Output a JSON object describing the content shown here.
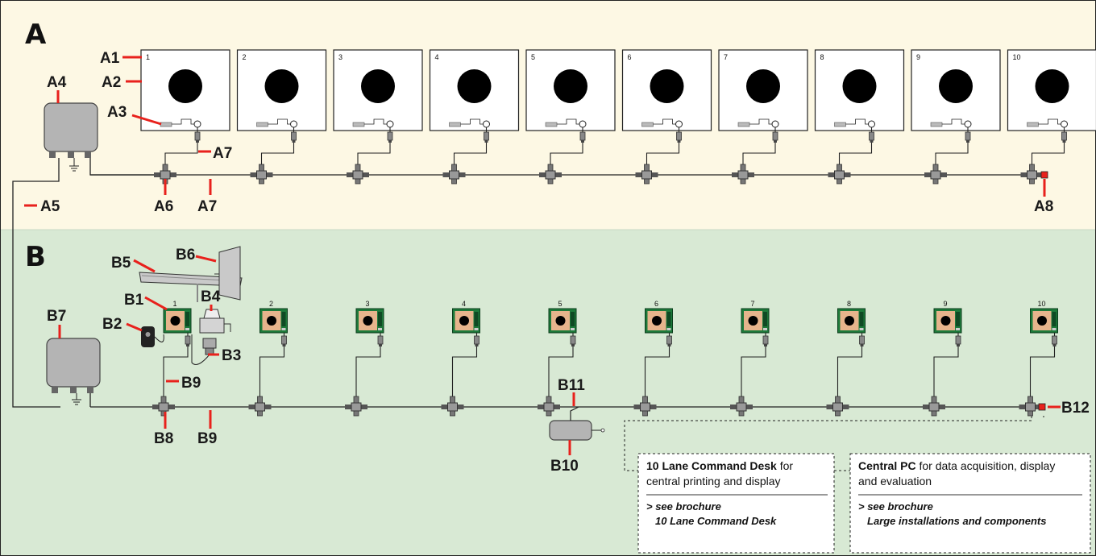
{
  "sections": {
    "a": "A",
    "b": "B"
  },
  "lane_numbers": [
    "1",
    "2",
    "3",
    "4",
    "5",
    "6",
    "7",
    "8",
    "9",
    "10"
  ],
  "callouts_a": {
    "a1": "A1",
    "a2": "A2",
    "a3": "A3",
    "a4": "A4",
    "a5": "A5",
    "a6": "A6",
    "a7_top": "A7",
    "a7_bottom": "A7",
    "a8": "A8"
  },
  "callouts_b": {
    "b1": "B1",
    "b2": "B2",
    "b3": "B3",
    "b4": "B4",
    "b5": "B5",
    "b6": "B6",
    "b7": "B7",
    "b8": "B8",
    "b9_top": "B9",
    "b9_bottom": "B9",
    "b10": "B10",
    "b11": "B11",
    "b12": "B12"
  },
  "command_desk": {
    "title_bold": "10 Lane Command Desk",
    "title_rest": " for",
    "line2": "central printing and display",
    "ref1": "> see brochure",
    "ref2": "10 Lane Command Desk"
  },
  "central_pc": {
    "title_bold": "Central PC",
    "title_rest": " for data acquisition, display",
    "line2": "and evaluation",
    "ref1": "> see brochure",
    "ref2": "Large installations and components"
  },
  "colors": {
    "panel_a": "#fdf8e4",
    "panel_b": "#d8e9d4",
    "callout_line": "#e8211c",
    "monitor_frame": "#1d7a3a",
    "monitor_screen": "#e6b48c",
    "device_grey": "#b4b4b4"
  },
  "icons": [
    "target-icon",
    "junction-box-icon",
    "t-connector-icon",
    "terminator-icon",
    "monitor-icon",
    "printer-icon",
    "remote-icon",
    "ground-icon"
  ]
}
